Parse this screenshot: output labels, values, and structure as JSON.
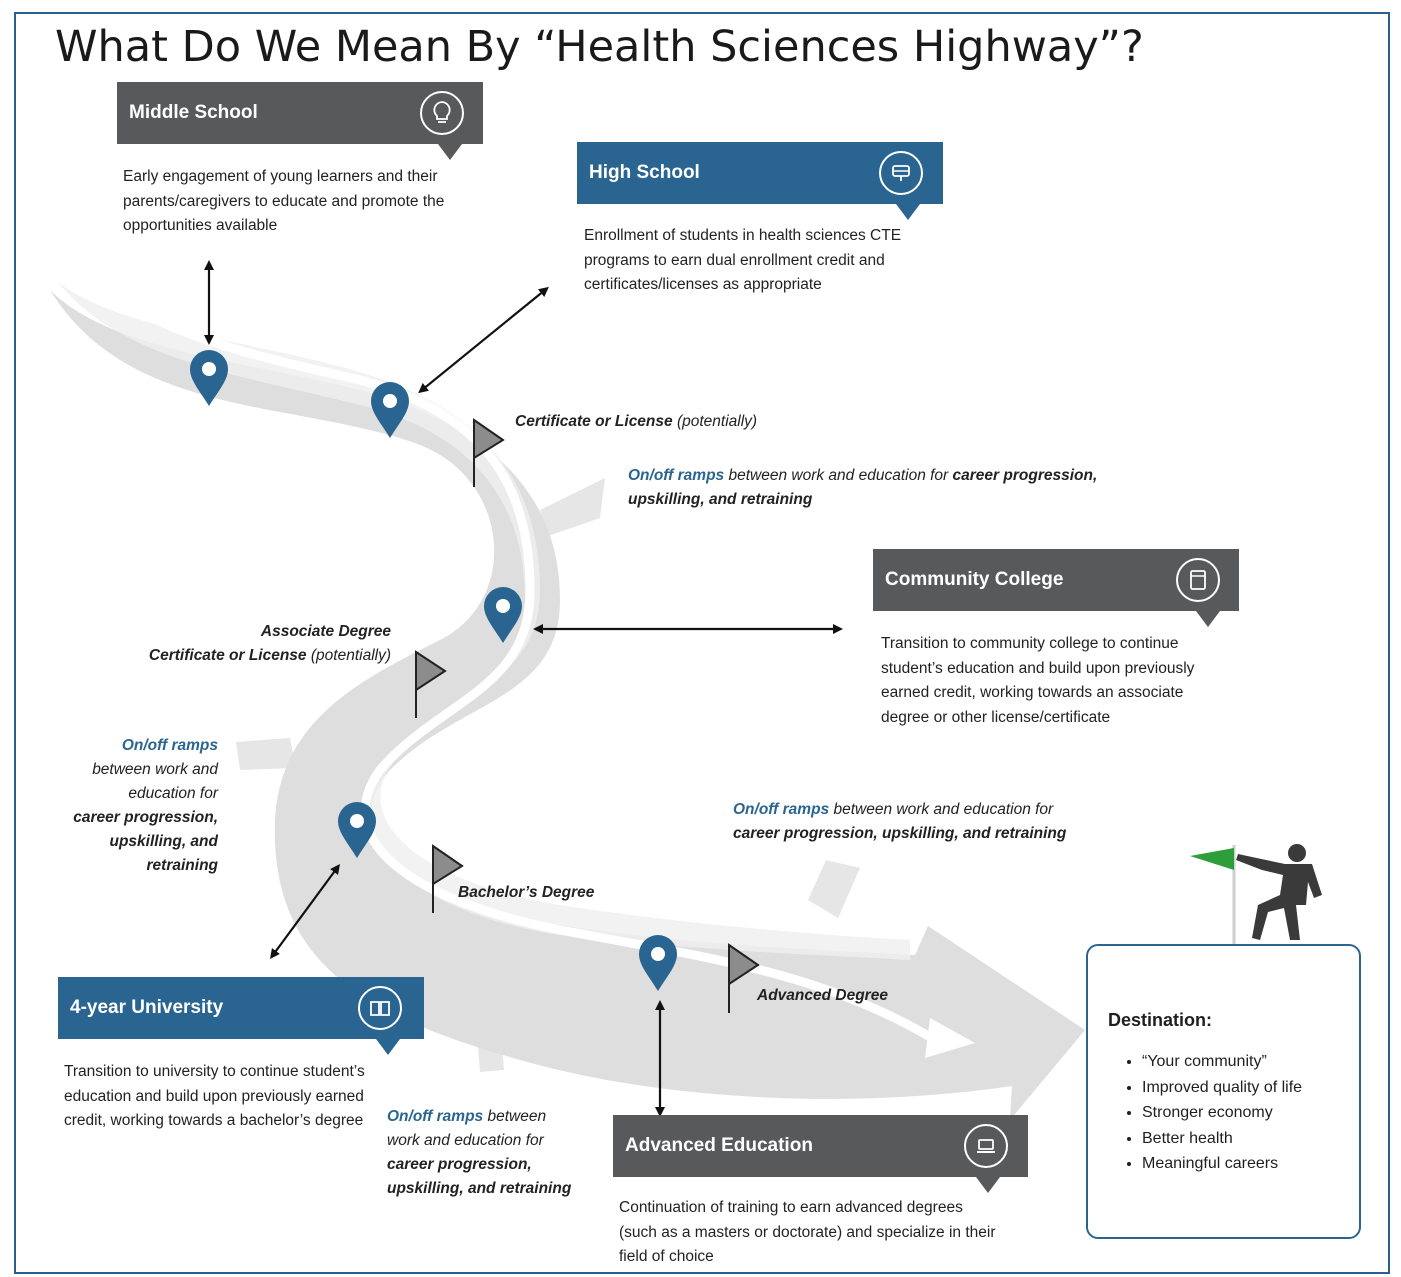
{
  "title": "What Do We Mean By “Health Sciences Highway”?",
  "stages": {
    "middle_school": {
      "label": "Middle School",
      "description": "Early engagement of young learners and their parents/caregivers to educate and promote the opportunities available"
    },
    "high_school": {
      "label": "High School",
      "description": "Enrollment of students in health sciences CTE programs to earn dual enrollment credit and certificates/licenses as appropriate"
    },
    "community_college": {
      "label": "Community College",
      "description": "Transition to community college to continue student’s education and build upon previously earned credit, working towards an associate degree or other license/certificate"
    },
    "university": {
      "label": "4-year University",
      "description": "Transition to university to continue student’s education and build upon previously earned credit, working towards a bachelor’s degree"
    },
    "advanced_education": {
      "label": "Advanced Education",
      "description": "Continuation of training to earn advanced degrees (such as a masters or doctorate) and specialize in their field of choice"
    }
  },
  "milestones": {
    "certificate_bold": "Certificate or License",
    "certificate_qualifier": "(potentially)",
    "associate_degree": "Associate Degree",
    "certificate2_bold": "Certificate or License",
    "certificate2_qualifier": "(potentially)",
    "bachelors": "Bachelor’s Degree",
    "advanced_degree": "Advanced Degree"
  },
  "ramps": {
    "prefix": "On/off ramps",
    "middle": "between work and education for",
    "suffix": "career progression, upskilling, and retraining",
    "r1_suffix_a": "career progression,",
    "r1_suffix_b": "upskilling, and retraining",
    "r2_line2": "between work and",
    "r2_line3": "education for",
    "r2_line4": "career progression,",
    "r2_line5": "upskilling, and",
    "r2_line6": "retraining",
    "r4_between": "between",
    "r4_line2": "work and education for",
    "r4_line3": "career progression,",
    "r4_line4": "upskilling, and retraining"
  },
  "destination": {
    "heading": "Destination:",
    "items": [
      "“Your community”",
      "Improved quality of life",
      "Stronger economy",
      "Better health",
      "Meaningful careers"
    ]
  },
  "colors": {
    "blue": "#2a6592",
    "gray": "#58595b",
    "road": "#dcdcdc",
    "flag_green": "#2e9e3a"
  },
  "icons": [
    "lightbulb-icon",
    "monitor-icon",
    "building-icon",
    "book-icon",
    "laptop-icon",
    "location-pin-icon",
    "milestone-flag-icon"
  ]
}
